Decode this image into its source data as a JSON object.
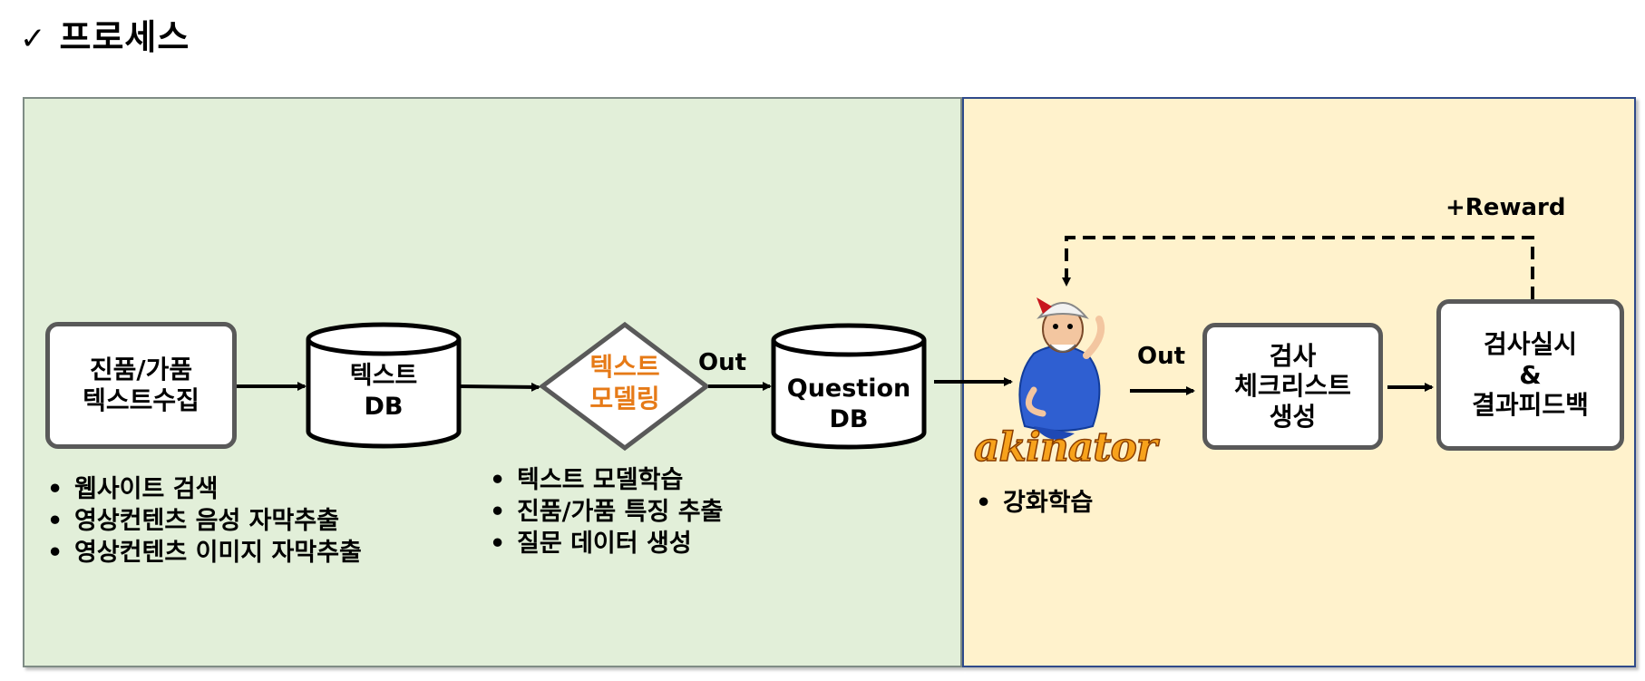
{
  "header": {
    "check": "✓",
    "title": "프로세스"
  },
  "colors": {
    "left_panel": "#e2efd9",
    "right_panel": "#fff2cc",
    "accent_orange": "#e67a17",
    "box_border": "#595959"
  },
  "nodes": {
    "collect": {
      "line1": "진품/가품",
      "line2": "텍스트수집"
    },
    "text_db": {
      "line1": "텍스트",
      "line2": "DB"
    },
    "modeling": {
      "line1": "텍스트",
      "line2": "모델링"
    },
    "question_db": {
      "line1": "Question",
      "line2": "DB"
    },
    "akinator": {
      "logo_text": "akinator",
      "icon": "genie-character-icon"
    },
    "checklist": {
      "line1": "검사",
      "line2": "체크리스트",
      "line3": "생성"
    },
    "inspect": {
      "line1": "검사실시",
      "line2": "&",
      "line3": "결과피드백"
    }
  },
  "edges": {
    "modeling_out": "Out",
    "akinator_out": "Out",
    "reward": "+Reward"
  },
  "bullets": {
    "collect": [
      "웹사이트 검색",
      "영상컨텐츠 음성 자막추출",
      "영상컨텐츠 이미지 자막추출"
    ],
    "modeling": [
      "텍스트 모델학습",
      "진품/가품 특징 추출",
      "질문 데이터 생성"
    ],
    "akinator": [
      "강화학습"
    ]
  }
}
